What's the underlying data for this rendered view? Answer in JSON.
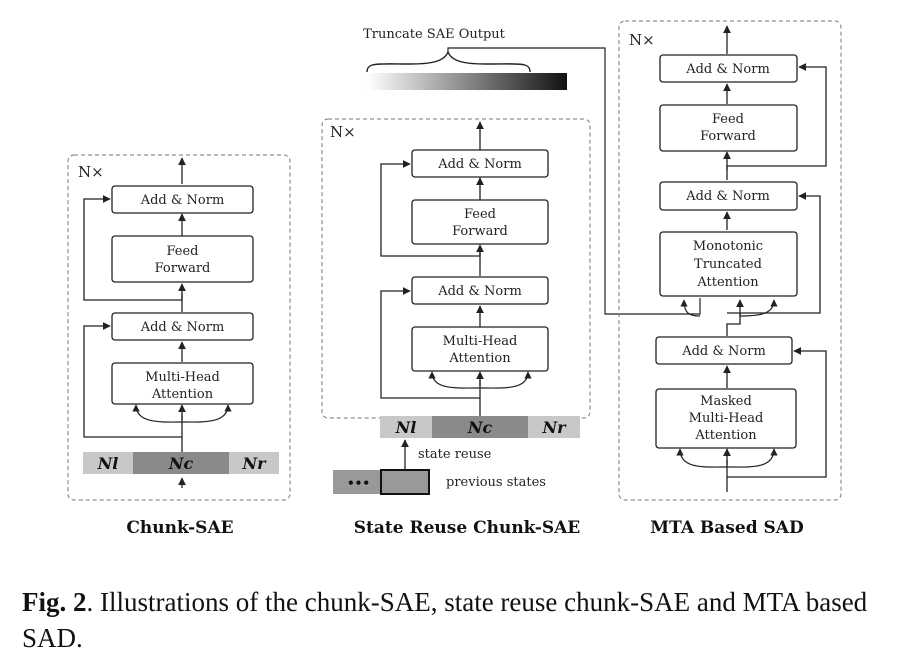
{
  "panels": {
    "chunk_sae": {
      "repeat": "N×",
      "add_norm_top": "Add & Norm",
      "feed_forward": [
        "Feed",
        "Forward"
      ],
      "add_norm_mid": "Add & Norm",
      "mha": [
        "Multi-Head",
        "Attention"
      ],
      "input": [
        "Nl",
        "Nc",
        "Nr"
      ],
      "title": "Chunk-SAE"
    },
    "state_reuse": {
      "truncate_label": "Truncate SAE Output",
      "repeat": "N×",
      "add_norm_top": "Add & Norm",
      "feed_forward": [
        "Feed",
        "Forward"
      ],
      "add_norm_mid": "Add & Norm",
      "mha": [
        "Multi-Head",
        "Attention"
      ],
      "input": [
        "Nl",
        "Nc",
        "Nr"
      ],
      "state_reuse_label": "state reuse",
      "dots": "•••",
      "previous_states_label": "previous states",
      "title": "State Reuse Chunk-SAE"
    },
    "mta_sad": {
      "repeat": "N×",
      "add_norm_top": "Add & Norm",
      "feed_forward": [
        "Feed",
        "Forward"
      ],
      "add_norm_2": "Add & Norm",
      "mta": [
        "Monotonic",
        "Truncated",
        "Attention"
      ],
      "add_norm_1": "Add & Norm",
      "masked_mha": [
        "Masked",
        "Multi-Head",
        "Attention"
      ],
      "title": "MTA Based SAD"
    }
  },
  "caption": {
    "label": "Fig. 2",
    "text": ". Illustrations of the chunk-SAE, state reuse chunk-SAE and MTA based SAD."
  },
  "colors": {
    "line": "#222222",
    "dash": "#777777",
    "nl_nr_fill": "#c8c8c8",
    "nc_fill": "#8a8a8a",
    "prev_fill": "#999999"
  }
}
